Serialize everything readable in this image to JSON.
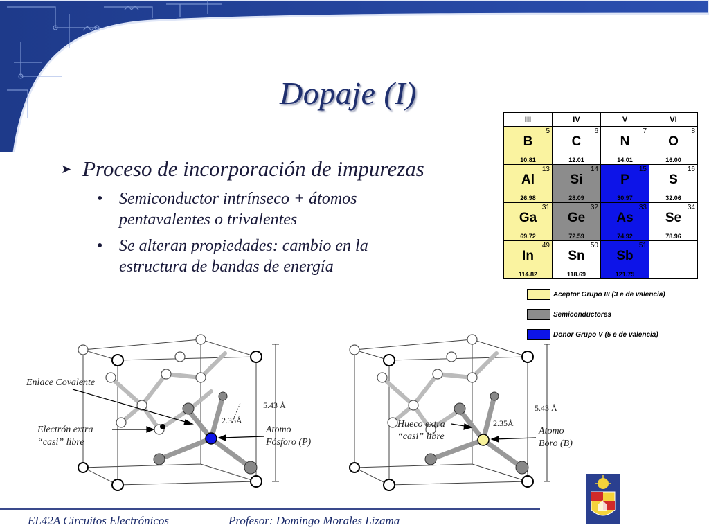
{
  "title": "Dopaje (I)",
  "bullet_main": "Proceso de incorporación de impurezas",
  "sub_bullets": [
    "Semiconductor intrínseco + átomos pentavalentes o trivalentes",
    "Se alteran propiedades: cambio en la estructura de bandas de energía"
  ],
  "periodic_table": {
    "groups": [
      "III",
      "IV",
      "V",
      "VI"
    ],
    "rows": [
      [
        {
          "num": "5",
          "sym": "B",
          "mass": "10.81",
          "type": "acc"
        },
        {
          "num": "6",
          "sym": "C",
          "mass": "12.01",
          "type": "none"
        },
        {
          "num": "7",
          "sym": "N",
          "mass": "14.01",
          "type": "none"
        },
        {
          "num": "8",
          "sym": "O",
          "mass": "16.00",
          "type": "none"
        }
      ],
      [
        {
          "num": "13",
          "sym": "Al",
          "mass": "26.98",
          "type": "acc"
        },
        {
          "num": "14",
          "sym": "Si",
          "mass": "28.09",
          "type": "semi"
        },
        {
          "num": "15",
          "sym": "P",
          "mass": "30.97",
          "type": "don"
        },
        {
          "num": "16",
          "sym": "S",
          "mass": "32.06",
          "type": "none"
        }
      ],
      [
        {
          "num": "31",
          "sym": "Ga",
          "mass": "69.72",
          "type": "acc"
        },
        {
          "num": "32",
          "sym": "Ge",
          "mass": "72.59",
          "type": "semi"
        },
        {
          "num": "33",
          "sym": "As",
          "mass": "74.92",
          "type": "don"
        },
        {
          "num": "34",
          "sym": "Se",
          "mass": "78.96",
          "type": "none"
        }
      ],
      [
        {
          "num": "49",
          "sym": "In",
          "mass": "114.82",
          "type": "acc"
        },
        {
          "num": "50",
          "sym": "Sn",
          "mass": "118.69",
          "type": "none"
        },
        {
          "num": "51",
          "sym": "Sb",
          "mass": "121.75",
          "type": "don"
        },
        {
          "num": "",
          "sym": "",
          "mass": "",
          "type": "none"
        }
      ]
    ]
  },
  "legend": [
    {
      "label": "Aceptor Grupo III (3 e de valencia)",
      "color": "#faf3a0"
    },
    {
      "label": "Semiconductores",
      "color": "#8c8c8c"
    },
    {
      "label": "Donor Grupo V (5 e  de valencia)",
      "color": "#0d14e8"
    }
  ],
  "diagram_left": {
    "enlace": "Enlace Covalente",
    "electron": [
      "Electrón extra",
      "“casi” libre"
    ],
    "atom": [
      "Atomo",
      "Fósforo (P)"
    ],
    "lattice": "5.43 Å",
    "bond": "2.35Å",
    "atom_color": "#0d14e8"
  },
  "diagram_right": {
    "hueco": [
      "Hueco extra",
      "“casi” libre"
    ],
    "atom": [
      "Atomo",
      "Boro (B)"
    ],
    "lattice": "5.43 Å",
    "bond": "2.35Å",
    "atom_color": "#f8f29a"
  },
  "footer": {
    "course": "EL42A Circuitos Electrónicos",
    "professor": "Profesor: Domingo Morales Lizama"
  }
}
